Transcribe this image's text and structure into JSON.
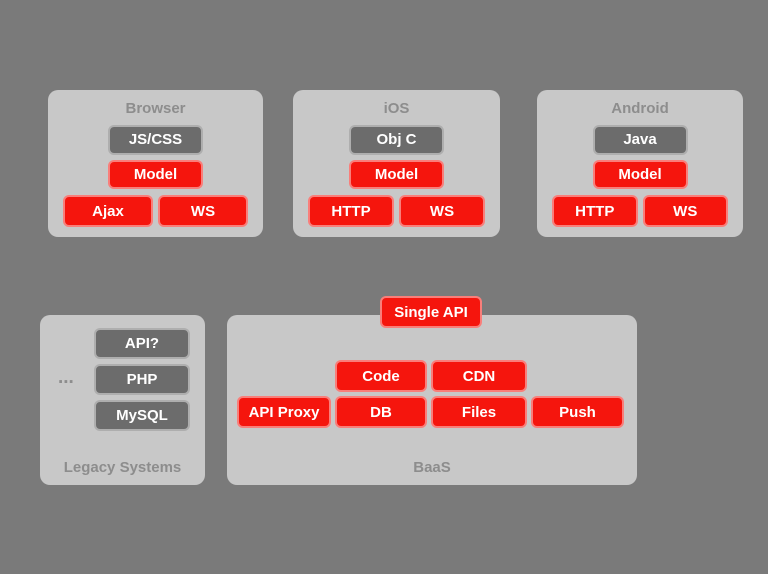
{
  "colors": {
    "background": "#7a7a7a",
    "panel": "#c8c8c8",
    "red": "#f5150d",
    "dark": "#6c6c6c",
    "title_text": "#8d8d8d",
    "block_text": "#ffffff"
  },
  "client_panels": [
    {
      "title": "Browser",
      "tech": "JS/CSS",
      "model": "Model",
      "transports": [
        "Ajax",
        "WS"
      ]
    },
    {
      "title": "iOS",
      "tech": "Obj C",
      "model": "Model",
      "transports": [
        "HTTP",
        "WS"
      ]
    },
    {
      "title": "Android",
      "tech": "Java",
      "model": "Model",
      "transports": [
        "HTTP",
        "WS"
      ]
    }
  ],
  "legacy": {
    "title": "Legacy Systems",
    "ellipsis": "...",
    "blocks": [
      "API?",
      "PHP",
      "MySQL"
    ]
  },
  "baas": {
    "title": "BaaS",
    "single_api": "Single API",
    "top_row": [
      "Code",
      "CDN"
    ],
    "bottom_row": [
      "API Proxy",
      "DB",
      "Files",
      "Push"
    ]
  }
}
